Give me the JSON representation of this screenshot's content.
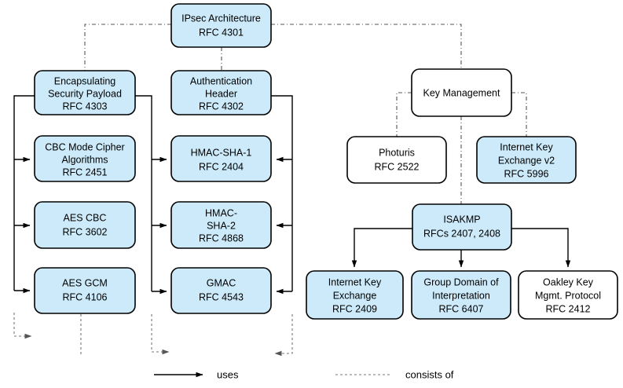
{
  "title": "IPsec Architecture Diagram",
  "colors": {
    "node_fill_blue": "#cceaf9",
    "node_fill_white": "#ffffff",
    "node_stroke": "#000000",
    "uses_line": "#000000",
    "consists_of_line": "#555555",
    "background": "#ffffff"
  },
  "nodes": {
    "ipsec_architecture": {
      "line1": "IPsec Architecture",
      "line2": "RFC 4301",
      "line3": "",
      "fill": "blue"
    },
    "esp": {
      "line1": "Encapsulating",
      "line2": "Security Payload",
      "line3": "RFC 4303",
      "fill": "blue"
    },
    "ah": {
      "line1": "Authentication",
      "line2": "Header",
      "line3": "RFC 4302",
      "fill": "blue"
    },
    "cbc_mode_cipher": {
      "line1": "CBC Mode Cipher",
      "line2": "Algorithms",
      "line3": "RFC 2451",
      "fill": "blue"
    },
    "aes_cbc": {
      "line1": "AES CBC",
      "line2": "RFC 3602",
      "line3": "",
      "fill": "blue"
    },
    "aes_gcm": {
      "line1": "AES GCM",
      "line2": "RFC 4106",
      "line3": "",
      "fill": "blue"
    },
    "hmac_sha1": {
      "line1": "HMAC-SHA-1",
      "line2": "RFC 2404",
      "line3": "",
      "fill": "blue"
    },
    "hmac_sha2": {
      "line1": "HMAC-",
      "line2": "SHA-2",
      "line3": "RFC 4868",
      "fill": "blue"
    },
    "gmac": {
      "line1": "GMAC",
      "line2": "RFC 4543",
      "line3": "",
      "fill": "blue"
    },
    "key_management": {
      "line1": "Key Management",
      "line2": "",
      "line3": "",
      "fill": "white"
    },
    "photuris": {
      "line1": "Photuris",
      "line2": "RFC 2522",
      "line3": "",
      "fill": "white"
    },
    "ikev2": {
      "line1": "Internet Key",
      "line2": "Exchange v2",
      "line3": "RFC 5996",
      "fill": "blue"
    },
    "isakmp": {
      "line1": "ISAKMP",
      "line2": "RFCs 2407, 2408",
      "line3": "",
      "fill": "blue"
    },
    "ike": {
      "line1": "Internet Key",
      "line2": "Exchange",
      "line3": "RFC 2409",
      "fill": "blue"
    },
    "gdoi": {
      "line1": "Group Domain of",
      "line2": "Interpretation",
      "line3": "RFC 6407",
      "fill": "blue"
    },
    "oakley": {
      "line1": "Oakley Key",
      "line2": "Mgmt. Protocol",
      "line3": "RFC 2412",
      "fill": "white"
    }
  },
  "legend": {
    "uses_label": "uses",
    "consists_of_label": "consists of"
  },
  "chart_data": {
    "type": "diagram",
    "title": "IPsec Architecture",
    "edge_types": [
      "uses",
      "consists of"
    ],
    "edges": [
      {
        "from": "ipsec_architecture",
        "to": "esp",
        "type": "consists of"
      },
      {
        "from": "ipsec_architecture",
        "to": "ah",
        "type": "consists of"
      },
      {
        "from": "ipsec_architecture",
        "to": "key_management",
        "type": "consists of"
      },
      {
        "from": "esp",
        "to": "cbc_mode_cipher",
        "type": "uses"
      },
      {
        "from": "esp",
        "to": "aes_cbc",
        "type": "uses"
      },
      {
        "from": "esp",
        "to": "aes_gcm",
        "type": "uses"
      },
      {
        "from": "esp",
        "to": "hmac_sha1",
        "type": "uses"
      },
      {
        "from": "esp",
        "to": "hmac_sha2",
        "type": "uses"
      },
      {
        "from": "esp",
        "to": "gmac",
        "type": "uses"
      },
      {
        "from": "ah",
        "to": "hmac_sha1",
        "type": "uses"
      },
      {
        "from": "ah",
        "to": "hmac_sha2",
        "type": "uses"
      },
      {
        "from": "ah",
        "to": "gmac",
        "type": "uses"
      },
      {
        "from": "key_management",
        "to": "photuris",
        "type": "consists of"
      },
      {
        "from": "key_management",
        "to": "ikev2",
        "type": "consists of"
      },
      {
        "from": "key_management",
        "to": "isakmp",
        "type": "consists of"
      },
      {
        "from": "isakmp",
        "to": "ike",
        "type": "uses"
      },
      {
        "from": "isakmp",
        "to": "gdoi",
        "type": "uses"
      },
      {
        "from": "isakmp",
        "to": "oakley",
        "type": "uses"
      }
    ]
  }
}
